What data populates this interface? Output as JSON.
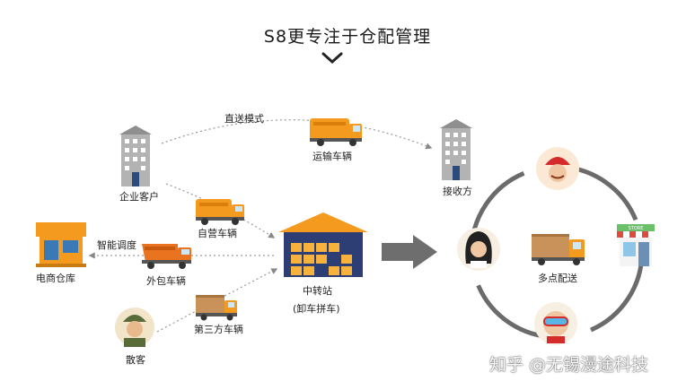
{
  "title": "S8更专注于仓配管理",
  "labels": {
    "direct_mode": "直送模式",
    "transport_vehicle": "运输车辆",
    "enterprise_customer": "企业客户",
    "receiver": "接收方",
    "own_vehicle": "自营车辆",
    "smart_dispatch": "智能调度",
    "ecommerce_warehouse": "电商仓库",
    "outsourced_vehicle": "外包车辆",
    "transfer_station": "中转站",
    "unload_consolidate": "(卸车拼车)",
    "third_party_vehicle": "第三方车辆",
    "retail_customer": "散客",
    "multi_point_delivery": "多点配送"
  },
  "watermark": "知乎 @无锡漫途科技",
  "store_sign": "STORE",
  "colors": {
    "truck_orange": "#F39A1F",
    "box_brown": "#C8925A",
    "ring_gray": "#6b6b6b",
    "building_gray": "#A8A8A8",
    "warehouse_roof": "#F39A1F",
    "arrow_gray": "#6e6e6e"
  }
}
